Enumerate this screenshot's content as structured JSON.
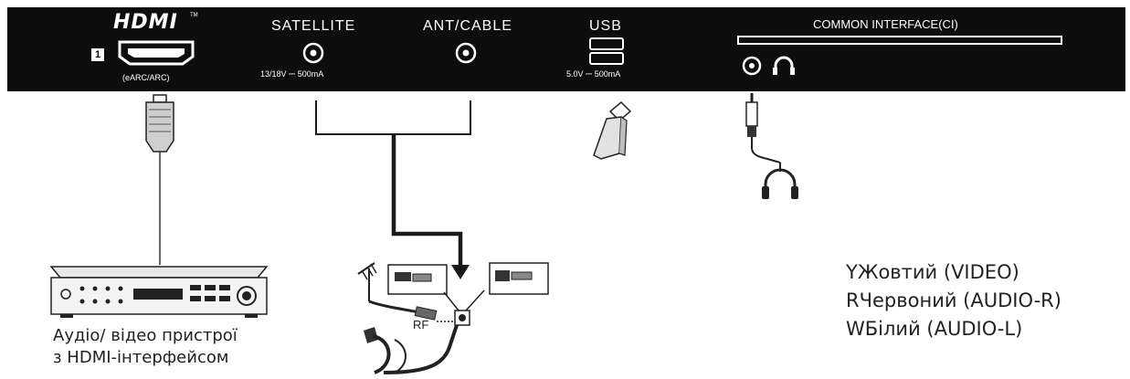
{
  "panel": {
    "hdmi": {
      "logo": "HDMI",
      "tm": "TM",
      "badge": "1",
      "sublabel": "(eARC/ARC)"
    },
    "satellite": {
      "label": "SATELLITE",
      "spec": "13/18V ⎓ 500mA"
    },
    "ant_cable": {
      "label": "ANT/CABLE"
    },
    "usb": {
      "label": "USB",
      "spec": "5.0V ⎓ 500mA"
    },
    "ci": {
      "label": "COMMON INTERFACE(CI)"
    }
  },
  "device_caption": {
    "line1": "Аудіо/ відео пристрої",
    "line2": "з HDMI-інтерфейсом"
  },
  "rf_label": "RF",
  "legend": [
    {
      "key": "Y",
      "text": "Жовтий (VIDEO)"
    },
    {
      "key": "R",
      "text": "Червоний (AUDIO-R)"
    },
    {
      "key": "W",
      "text": "Білий (AUDIO-L)"
    }
  ],
  "colors": {
    "panel": "#0d0d0d",
    "line": "#1a1a1a",
    "text": "#222222"
  }
}
